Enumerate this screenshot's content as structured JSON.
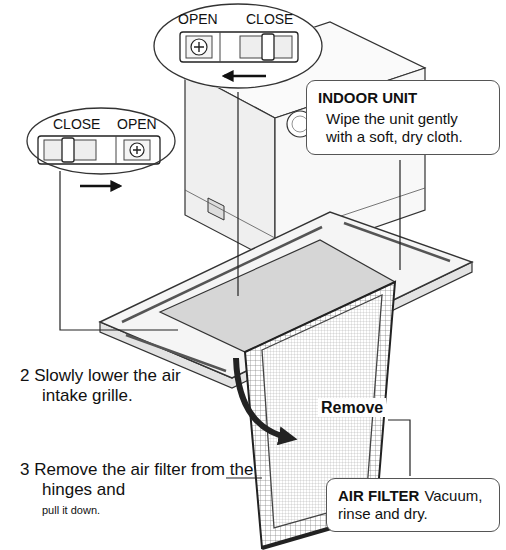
{
  "diagram": {
    "nodes": [
      {
        "text": [
          "OPEN",
          "CLOSE"
        ]
      },
      {
        "text": [
          "INDOOR UNIT",
          "Wipe the unit gently with a soft, dry cloth."
        ]
      },
      {
        "text": [
          "CLOSE",
          "OPEN"
        ]
      },
      {
        "text": [
          "AIR FILTER",
          "Vacuum, rinse and dry."
        ]
      }
    ],
    "labels": [
      "2 Slowly lower the air intake grille.",
      "Remove",
      "3 Remove the air filter from the hinges and",
      "pull it down."
    ]
  }
}
